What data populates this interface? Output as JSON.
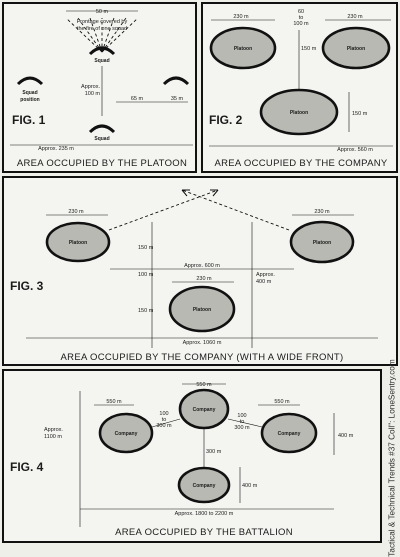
{
  "fig1": {
    "label": "FIG. 1",
    "caption": "AREA OCCUPIED BY THE PLATOON",
    "frontage_note_1": "Frontage covered by",
    "frontage_note_2": "the fire of one squad",
    "m50": "50 m",
    "squad_label": "Squad",
    "squad_position_1": "Squad",
    "squad_position_2": "position",
    "approx_100_1": "Approx.",
    "approx_100_2": "100 m",
    "m65": "65 m",
    "m35": "35 m",
    "squad_bottom": "Squad",
    "total": "Approx. 235 m"
  },
  "fig2": {
    "label": "FIG. 2",
    "caption": "AREA OCCUPIED BY THE COMPANY",
    "m230_left": "230 m",
    "m60": "60",
    "to": "to",
    "m100": "100 m",
    "m230_right": "230 m",
    "m150_mid": "150 m",
    "m150_right": "150 m",
    "platoon_left": "Platoon",
    "platoon_right": "Platoon",
    "platoon_bottom": "Platoon",
    "total": "Approx. 560 m"
  },
  "fig3": {
    "label": "FIG. 3",
    "caption": "AREA OCCUPIED BY THE COMPANY (WITH A WIDE FRONT)",
    "m230_left": "230 m",
    "m230_right": "230 m",
    "m230_bottom": "230 m",
    "m150_top": "150 m",
    "m100": "100 m",
    "m150_bottom": "150 m",
    "approx600": "Approx. 600 m",
    "approx400_1": "Approx.",
    "approx400_2": "400 m",
    "platoon_left": "Platoon",
    "platoon_right": "Platoon",
    "platoon_bottom": "Platoon",
    "total": "Approx. 1060 m"
  },
  "fig4": {
    "label": "FIG. 4",
    "caption": "AREA OCCUPIED BY THE BATTALION",
    "m550_top": "550 m",
    "m550_left": "550 m",
    "m550_right": "550 m",
    "approx1100_1": "Approx.",
    "approx1100_2": "1100 m",
    "m100_300_left_1": "100",
    "m100_300_left_2": "to",
    "m100_300_left_3": "300 m",
    "m100_300_right_1": "100",
    "m100_300_right_2": "to",
    "m100_300_right_3": "300 m",
    "m300": "300 m",
    "m400_right": "400 m",
    "m400_bottom": "400 m",
    "company_top": "Company",
    "company_left": "Company",
    "company_right": "Company",
    "company_bottom": "Company",
    "total": "Approx. 1800 to 2200 m"
  },
  "side_credit": "Tactical & Technical Trends #37  Coll\": LoneSentry.com"
}
